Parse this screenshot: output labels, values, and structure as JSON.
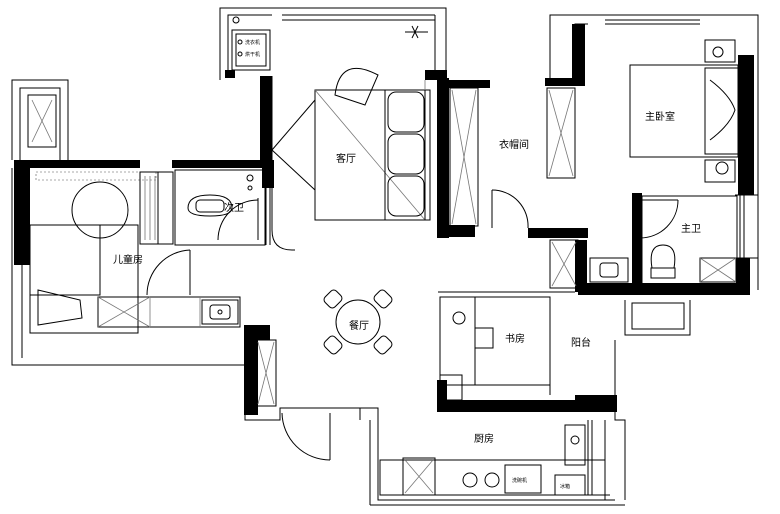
{
  "rooms": {
    "living": "客厅",
    "cloakroom": "衣帽间",
    "master_bedroom": "主卧室",
    "second_bath": "次卫",
    "kids_room": "儿童房",
    "master_bath": "主卫",
    "dining": "餐厅",
    "study": "书房",
    "balcony": "台",
    "balcony_prefix": "阳",
    "kitchen": "厨房"
  },
  "appliances": {
    "washer": "洗衣机",
    "dryer": "烘干机",
    "fridge": "冰箱",
    "dishwasher": "洗碗机"
  }
}
